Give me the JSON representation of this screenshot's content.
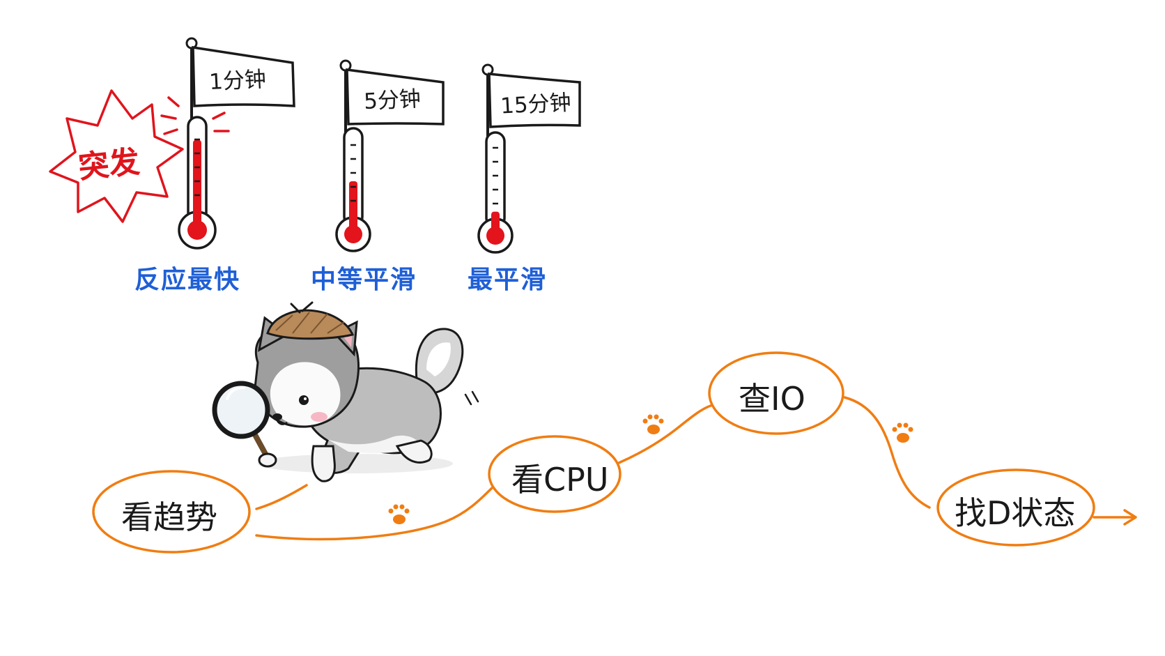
{
  "thermometers": [
    {
      "flag_label": "1分钟",
      "caption": "反应最快",
      "level": 0.85
    },
    {
      "flag_label": "5分钟",
      "caption": "中等平滑",
      "level": 0.5
    },
    {
      "flag_label": "15分钟",
      "caption": "最平滑",
      "level": 0.18
    }
  ],
  "burst": {
    "label": "突发"
  },
  "steps": [
    {
      "label": "看趋势"
    },
    {
      "label": "看CPU"
    },
    {
      "label": "查IO"
    },
    {
      "label": "找D状态"
    }
  ],
  "colors": {
    "mercury": "#e3141c",
    "caption_blue": "#1f5fd6",
    "burst_red": "#e0141c",
    "path_orange": "#f07d12",
    "outline": "#1a1a1a"
  }
}
